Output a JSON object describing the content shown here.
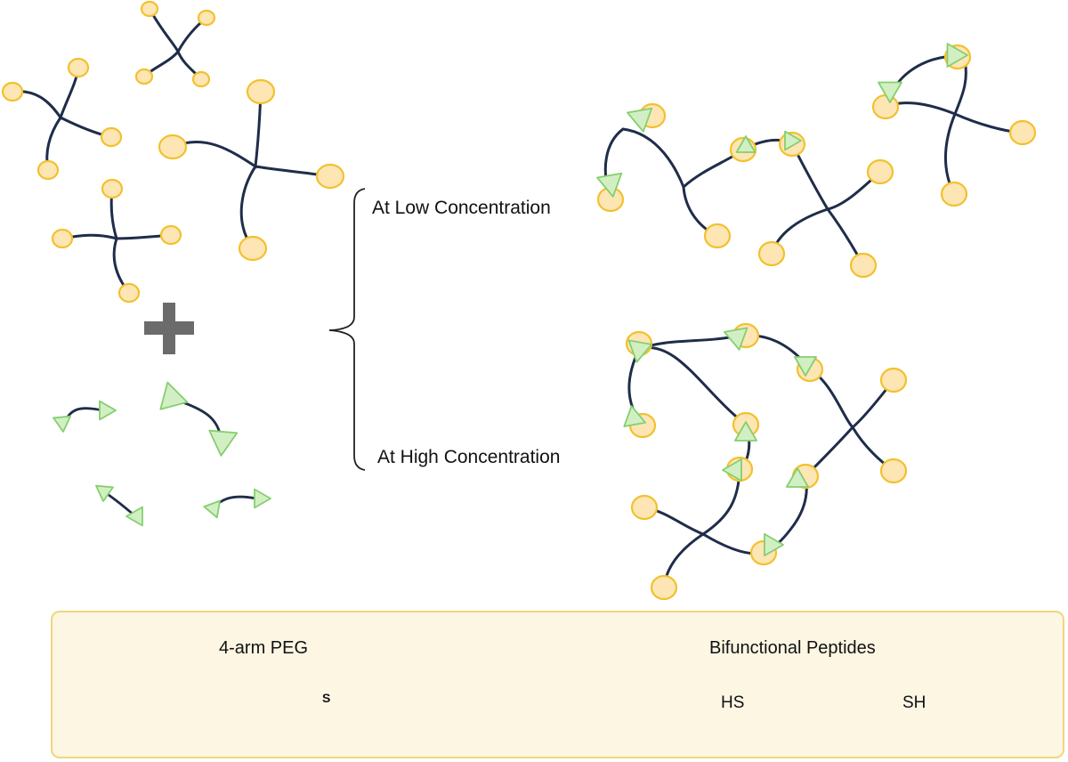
{
  "labels": {
    "low": "At Low Concentration",
    "high": "At High Concentration"
  },
  "legend": {
    "peg_label": "4-arm PEG",
    "peptide_label": "Bifunctional Peptides",
    "thiol_left": "HS",
    "thiol_right": "SH",
    "sulfur": "S"
  },
  "colors": {
    "arm": "#1f2d4a",
    "bead_fill": "#fde6b4",
    "bead_stroke": "#f2c12e",
    "triangle_fill": "#d2efc4",
    "triangle_stroke": "#85cf6f",
    "plus": "#6b6b6b",
    "legend_bg": "#fcf6e3",
    "legend_border": "#eed77f",
    "peptide_beads": [
      "#63ad6e",
      "#39c3ee",
      "#fbc691",
      "#fbd083",
      "#b5da8c",
      "#ec866d"
    ]
  }
}
